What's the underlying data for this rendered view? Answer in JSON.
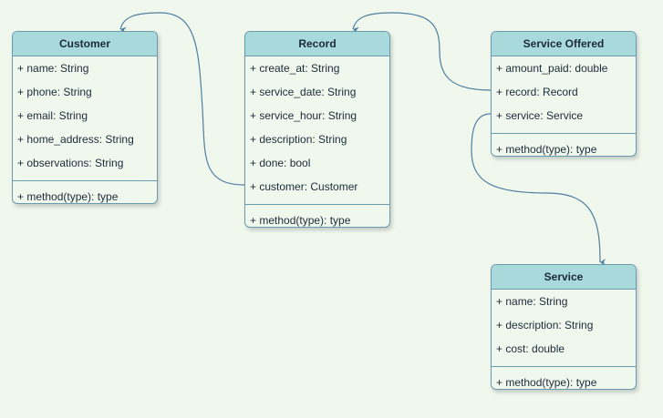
{
  "classes": {
    "customer": {
      "title": "Customer",
      "attributes": [
        "+ name: String",
        "+ phone: String",
        "+ email: String",
        "+ home_address: String",
        "+ observations: String"
      ],
      "methods": [
        "+ method(type): type"
      ]
    },
    "record": {
      "title": "Record",
      "attributes": [
        "+ create_at: String",
        "+ service_date: String",
        "+ service_hour: String",
        "+ description: String",
        "+ done: bool",
        "+ customer: Customer"
      ],
      "methods": [
        "+ method(type): type"
      ]
    },
    "service_offered": {
      "title": "Service Offered",
      "attributes": [
        "+ amount_paid: double",
        "+ record: Record",
        "+ service: Service"
      ],
      "methods": [
        "+ method(type): type"
      ]
    },
    "service": {
      "title": "Service",
      "attributes": [
        "+ name: String",
        "+ description: String",
        "+ cost: double"
      ],
      "methods": [
        "+ method(type): type"
      ]
    }
  },
  "colors": {
    "background": "#f0f8ee",
    "header": "#a9dadb",
    "border": "#6a9ab0",
    "connector": "#4f7fa0",
    "text": "#1b2a3a"
  }
}
